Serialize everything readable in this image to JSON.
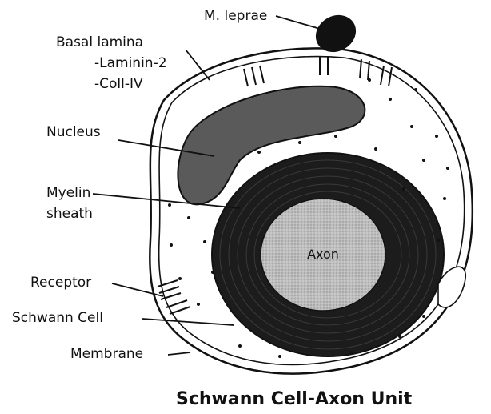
{
  "labels": {
    "m_leprae": "M. leprae",
    "basal_lamina": "Basal lamina",
    "laminin2": "-Laminin-2",
    "coll_iv": "-Coll-IV",
    "nucleus": "Nucleus",
    "myelin_line1": "Myelin",
    "myelin_line2": "sheath",
    "receptor": "Receptor",
    "schwann_cell": "Schwann Cell",
    "membrane": "Membrane",
    "axon": "Axon"
  },
  "caption": "Schwann Cell-Axon Unit",
  "colors": {
    "ink": "#111111",
    "nucleus_fill": "#5a5a5a",
    "myelin_fill": "#1c1c1c",
    "axon_fill": "#b8b8b8",
    "cytoplasm": "#ffffff"
  }
}
